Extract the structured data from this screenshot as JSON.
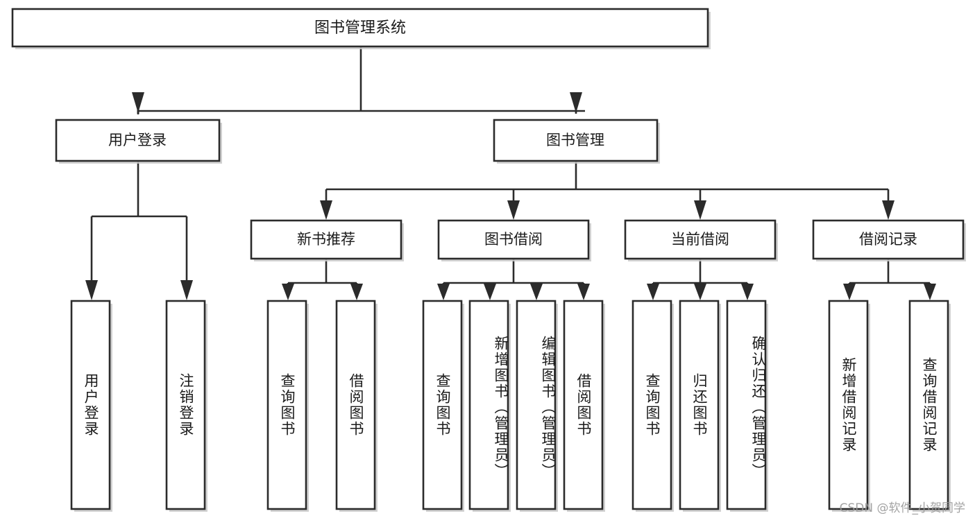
{
  "diagram": {
    "kind": "functional-structure-tree",
    "title": "图书管理系统",
    "background_color": "#ffffff",
    "box_border_color": "#2b2b2b",
    "box_fill_color": "#ffffff",
    "connector_color": "#2b2b2b",
    "text_color": "#1a1a1a"
  },
  "root": {
    "label": "图书管理系统"
  },
  "level2": [
    {
      "label": "用户登录"
    },
    {
      "label": "图书管理"
    }
  ],
  "level3": [
    {
      "label": "新书推荐"
    },
    {
      "label": "图书借阅"
    },
    {
      "label": "当前借阅"
    },
    {
      "label": "借阅记录"
    }
  ],
  "leaves": {
    "user_login": [
      {
        "label": "用户登录"
      },
      {
        "label": "注销登录"
      }
    ],
    "new_book_recommend": [
      {
        "label": "查询图书"
      },
      {
        "label": "借阅图书"
      }
    ],
    "book_borrow": [
      {
        "label": "查询图书"
      },
      {
        "label": "新增图书（管理员）"
      },
      {
        "label": "编辑图书（管理员）"
      },
      {
        "label": "借阅图书"
      }
    ],
    "current_borrow": [
      {
        "label": "查询图书"
      },
      {
        "label": "归还图书"
      },
      {
        "label": "确认归还（管理员）"
      }
    ],
    "borrow_record": [
      {
        "label": "新增借阅记录"
      },
      {
        "label": "查询借阅记录"
      }
    ]
  },
  "watermark": {
    "text": "CSDN @软件_小贺同学"
  }
}
